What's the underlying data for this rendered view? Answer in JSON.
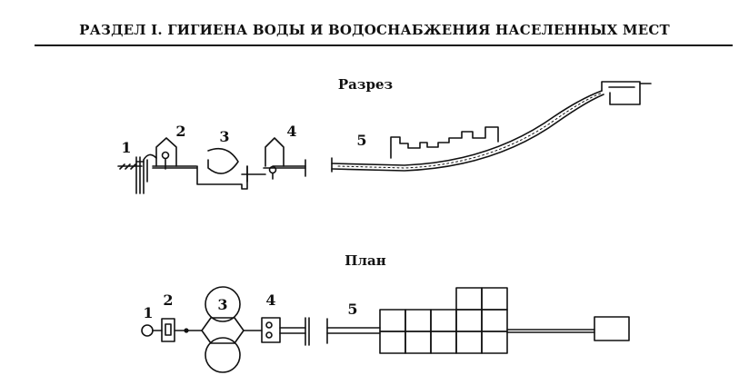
{
  "header": {
    "title": "РАЗДЕЛ I. ГИГИЕНА ВОДЫ И ВОДОСНАБЖЕНИЯ НАСЕЛЕННЫХ МЕСТ"
  },
  "section_view": {
    "title": "Разрез",
    "labels": [
      "1",
      "2",
      "3",
      "4",
      "5"
    ]
  },
  "plan_view": {
    "title": "План",
    "labels": [
      "1",
      "2",
      "3",
      "4",
      "5"
    ]
  },
  "colors": {
    "ink": "#111111",
    "paper": "#ffffff"
  }
}
